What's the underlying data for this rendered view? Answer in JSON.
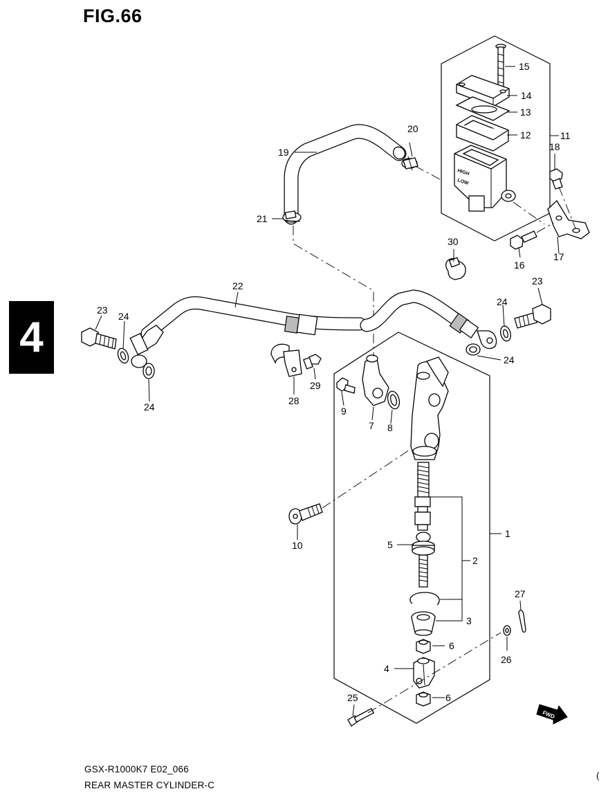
{
  "figure": {
    "title": "FIG.66",
    "section_tab": "4"
  },
  "footer": {
    "model_code": "GSX-R1000K7 E02_066",
    "assembly_name": "REAR MASTER CYLINDER-C",
    "corner_mark": "("
  },
  "labels": {
    "p1": "1",
    "p2": "2",
    "p3": "3",
    "p4": "4",
    "p5": "5",
    "p6a": "6",
    "p6b": "6",
    "p7": "7",
    "p8": "8",
    "p9": "9",
    "p10": "10",
    "p11": "11",
    "p12": "12",
    "p13": "13",
    "p14": "14",
    "p15": "15",
    "p16": "16",
    "p17": "17",
    "p18": "18",
    "p19": "19",
    "p20": "20",
    "p21": "21",
    "p22": "22",
    "p23a": "23",
    "p23b": "23",
    "p24a": "24",
    "p24b": "24",
    "p24c": "24",
    "p24d": "24",
    "p25": "25",
    "p26": "26",
    "p27": "27",
    "p28": "28",
    "p29": "29",
    "p30": "30"
  },
  "reservoir_markings": {
    "high": "HIGH",
    "low": "LOW"
  },
  "fwd_arrow": {
    "text": "FWD"
  },
  "colors": {
    "ink": "#000000",
    "paper": "#ffffff",
    "shade": "#bbbbbb"
  }
}
